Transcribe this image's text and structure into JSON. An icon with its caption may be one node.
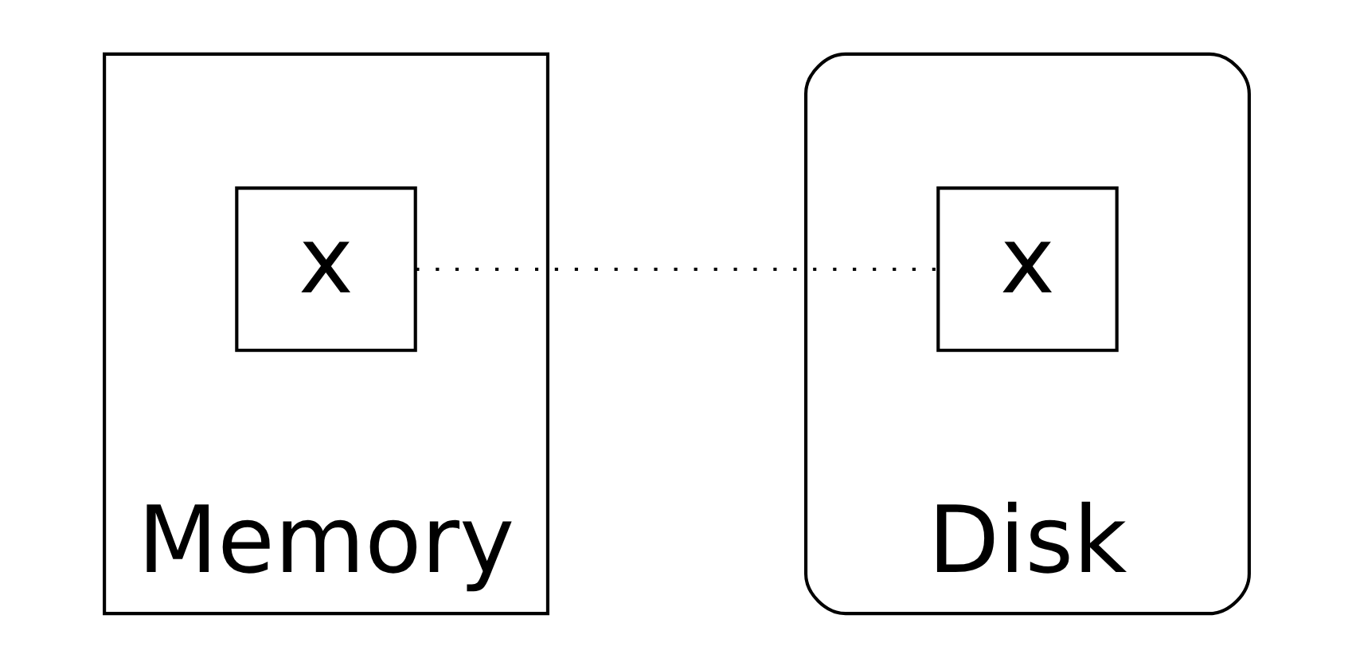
{
  "diagram": {
    "nodes": [
      {
        "text": [
          "Memory"
        ]
      },
      {
        "text": [
          "x"
        ],
        "in": 0
      },
      {
        "text": [
          "Disk"
        ]
      },
      {
        "text": [
          "x"
        ],
        "in": 2
      }
    ],
    "edges": [
      {
        "from": 1,
        "to": 3,
        "arrow": "none",
        "style": "dashed"
      }
    ]
  }
}
